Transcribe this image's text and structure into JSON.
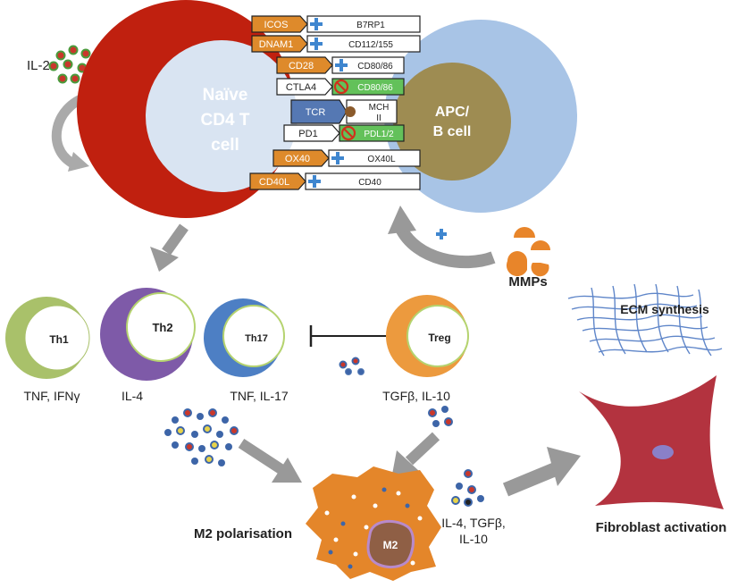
{
  "il2_label": "IL-2",
  "naive_cell": {
    "line1": "Naïve",
    "line2": "CD4 T",
    "line3": "cell"
  },
  "apc_cell": {
    "line1": "APC/",
    "line2": "B cell"
  },
  "receptors": [
    {
      "left": "ICOS",
      "link": "plus",
      "right": "B7RP1",
      "left_style": "orange",
      "right_style": "white"
    },
    {
      "left": "DNAM1",
      "link": "plus",
      "right": "CD112/155",
      "left_style": "orange",
      "right_style": "white"
    },
    {
      "left": "CD28",
      "link": "plus",
      "right": "CD80/86",
      "left_style": "orange",
      "right_style": "white"
    },
    {
      "left": "CTLA4",
      "link": "block",
      "right": "CD80/86",
      "left_style": "white",
      "right_style": "green"
    },
    {
      "left": "TCR",
      "link": "ball",
      "right_line1": "MCH",
      "right_line2": "II",
      "left_style": "blue",
      "right_style": "white"
    },
    {
      "left": "PD1",
      "link": "block",
      "right": "PDL1/2",
      "left_style": "white",
      "right_style": "green"
    },
    {
      "left": "OX40",
      "link": "plus",
      "right": "OX40L",
      "left_style": "orange",
      "right_style": "white"
    },
    {
      "left": "CD40L",
      "link": "plus",
      "right": "CD40",
      "left_style": "orange",
      "right_style": "white"
    }
  ],
  "subsets": [
    {
      "name": "Th1",
      "cytokines": "TNF, IFNγ",
      "color": "#a9c16a"
    },
    {
      "name": "Th2",
      "cytokines": "IL-4",
      "color": "#7e5aa8"
    },
    {
      "name": "Th17",
      "cytokines": "TNF, IL-17",
      "color": "#4d7fc4"
    },
    {
      "name": "Treg",
      "cytokines": "TGFβ, IL-10",
      "color": "#ec9a3e"
    }
  ],
  "mmps_label": "MMPs",
  "ecm_label": "ECM synthesis",
  "m2_cell_label": "M2",
  "m2_polarisation_label": "M2 polarisation",
  "m2_cytokines": {
    "line1": "IL-4, TGFβ,",
    "line2": "IL-10"
  },
  "fibroblast_label": "Fibroblast activation",
  "colors": {
    "naive_outer": "#c0200f",
    "naive_inner": "#d9e4f2",
    "apc_outer": "#a8c4e6",
    "apc_inner": "#9e8c52",
    "receptor_orange": "#de8a2b",
    "receptor_green": "#63c15a",
    "receptor_blue": "#5578b3",
    "plus": "#3f86cf",
    "block": "#d1311c",
    "arrow": "#999999",
    "m2_body": "#e4862a",
    "fibroblast": "#b3333f"
  }
}
